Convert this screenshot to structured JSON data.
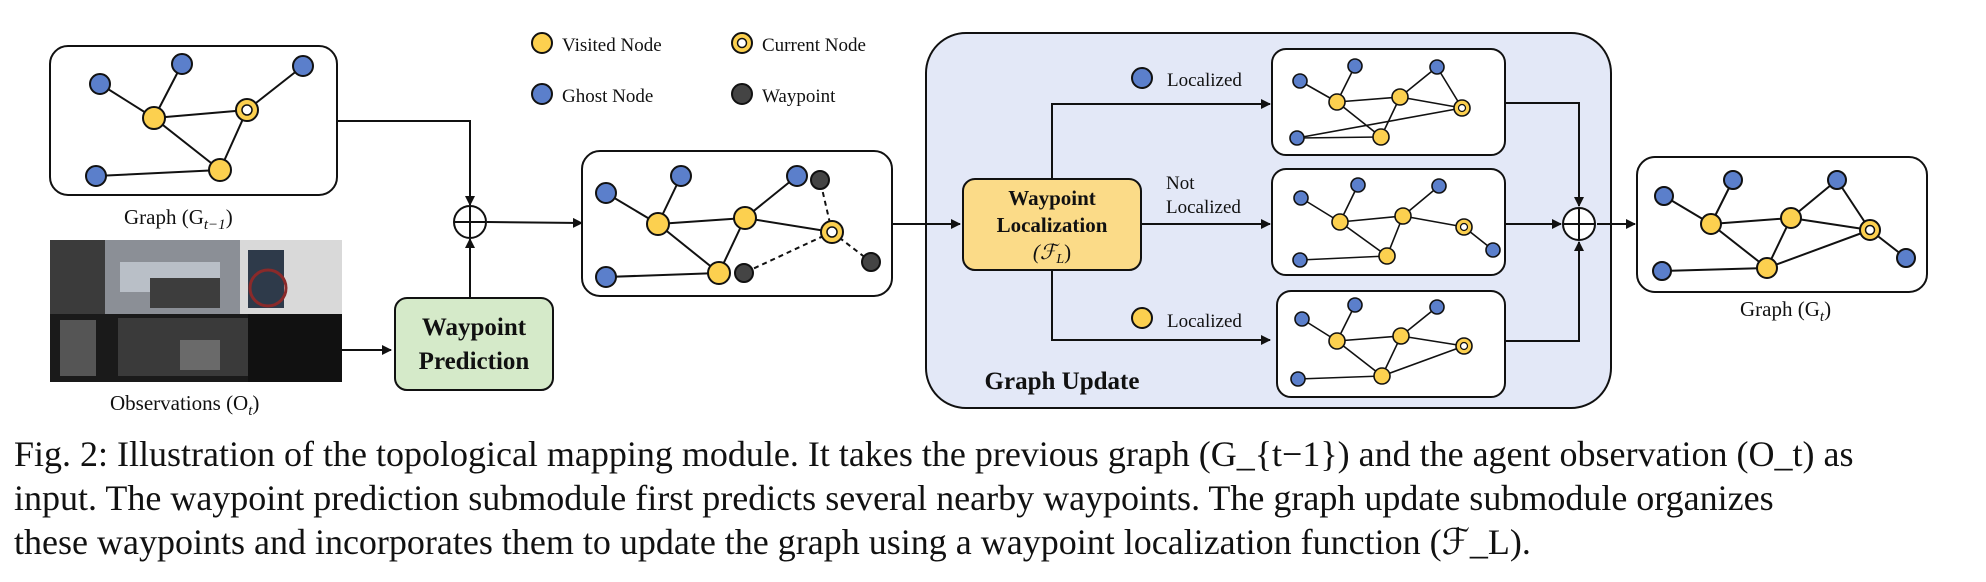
{
  "colors": {
    "visited": "#FCD04F",
    "ghost": "#5B7FCB",
    "current_outer": "#FCD04F",
    "waypoint": "#444444",
    "graph_update_bg": "#E3E8F7",
    "waypoint_prediction_bg": "#D5EAC9",
    "waypoint_localization_bg": "#FBDB88"
  },
  "legend": {
    "visited": "Visited Node",
    "current": "Current Node",
    "ghost": "Ghost Node",
    "waypoint": "Waypoint"
  },
  "labels": {
    "prev_graph": "Graph (G",
    "prev_graph_sub": "t−1",
    "observations": "Observations (O",
    "observations_sub": "t",
    "waypoint_prediction_line1": "Waypoint",
    "waypoint_prediction_line2": "Prediction",
    "waypoint_localization_line1": "Waypoint",
    "waypoint_localization_line2": "Localization",
    "waypoint_localization_fn": "(ℱ",
    "waypoint_localization_fn_sub": "L",
    "localized_top": "Localized",
    "not_localized_line1": "Not",
    "not_localized_line2": "Localized",
    "localized_bottom": "Localized",
    "graph_update": "Graph Update",
    "new_graph": "Graph (G",
    "new_graph_sub": "t"
  },
  "caption": {
    "line1": "Fig. 2: Illustration of the topological mapping module. It takes the previous graph (G_{t−1}) and the agent observation (O_t) as",
    "line2": "input. The waypoint prediction submodule first predicts several nearby waypoints. The graph update submodule organizes",
    "line3": "these waypoints and incorporates them to update the graph using a waypoint localization function (ℱ_L)."
  }
}
